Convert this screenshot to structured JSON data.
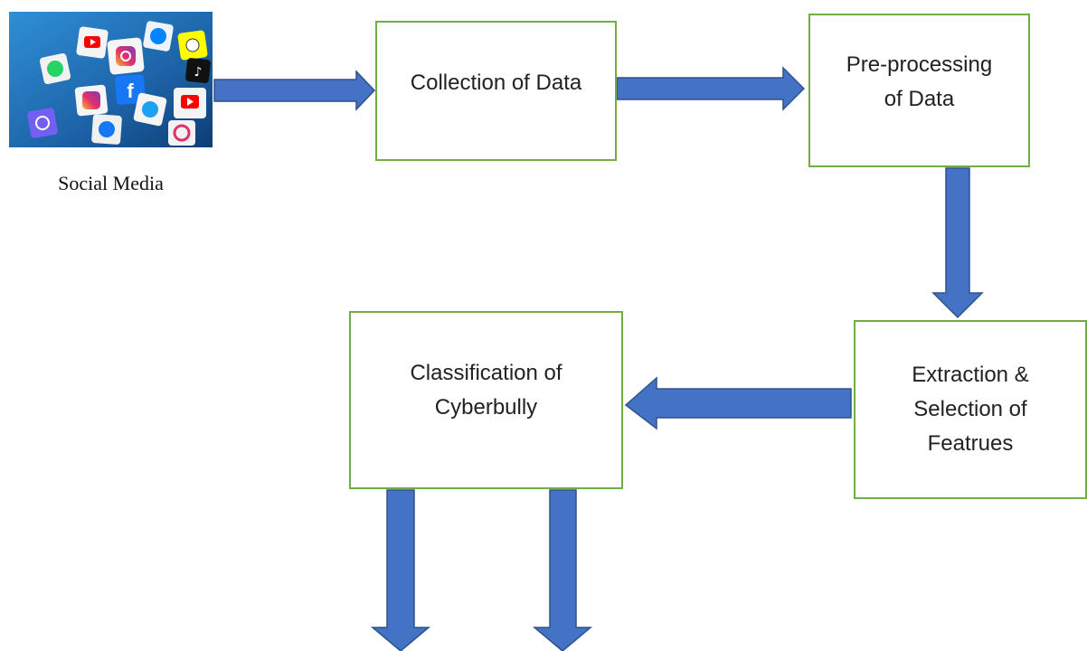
{
  "source": {
    "caption": "Social Media",
    "image": "social-media-app-icons-cubes"
  },
  "steps": {
    "collection": "Collection of Data",
    "preprocessing": "Pre-processing\nof Data",
    "extraction": "Extraction &\nSelection of\nFeatrues",
    "classification": "Classification of\nCyberbully"
  },
  "colors": {
    "box_border": "#70ad47",
    "arrow_fill": "#4472c4",
    "arrow_stroke": "#2f528f",
    "image_background": "#1f6fb5"
  }
}
